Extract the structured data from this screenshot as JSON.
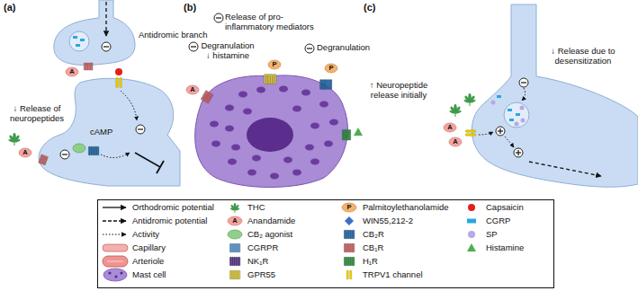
{
  "diagram": {
    "labels": [
      "(a)",
      "Antidromic branch",
      "↓ Release of neuropeptides",
      "cAMP",
      "A",
      "A",
      "(b)",
      "Release of pro-inflammatory mediators",
      "Degranulation ↓ histamine",
      "Degranulation",
      "P",
      "P",
      "A",
      "(c)",
      "↓ Release due to desensitization",
      "↑ Neuropeptide release initially",
      "A",
      "A",
      "A",
      "P"
    ],
    "legend": [
      {
        "text": "Orthodromic potential"
      },
      {
        "text": "Antidromic potential"
      },
      {
        "text": "Activity"
      },
      {
        "text": "Capillary"
      },
      {
        "text": "Arteriole"
      },
      {
        "text": "Mast cell"
      },
      {
        "text": "THC"
      },
      {
        "text": "Anandamide"
      },
      {
        "text": "CB₂ agonist"
      },
      {
        "text": "CGRPR"
      },
      {
        "text": "NK₁R"
      },
      {
        "text": "GPR55"
      },
      {
        "text": "Palmitoylethanolamide"
      },
      {
        "text": "WIN55,212-2"
      },
      {
        "text": "CB₂R"
      },
      {
        "text": "CB₁R"
      },
      {
        "text": "H₁R"
      },
      {
        "text": "TRPV1 channel"
      },
      {
        "text": "Capsaicin"
      },
      {
        "text": "CGRP",
        "color": "#29a8e0"
      },
      {
        "text": "SP"
      },
      {
        "text": "Histamine"
      }
    ]
  }
}
